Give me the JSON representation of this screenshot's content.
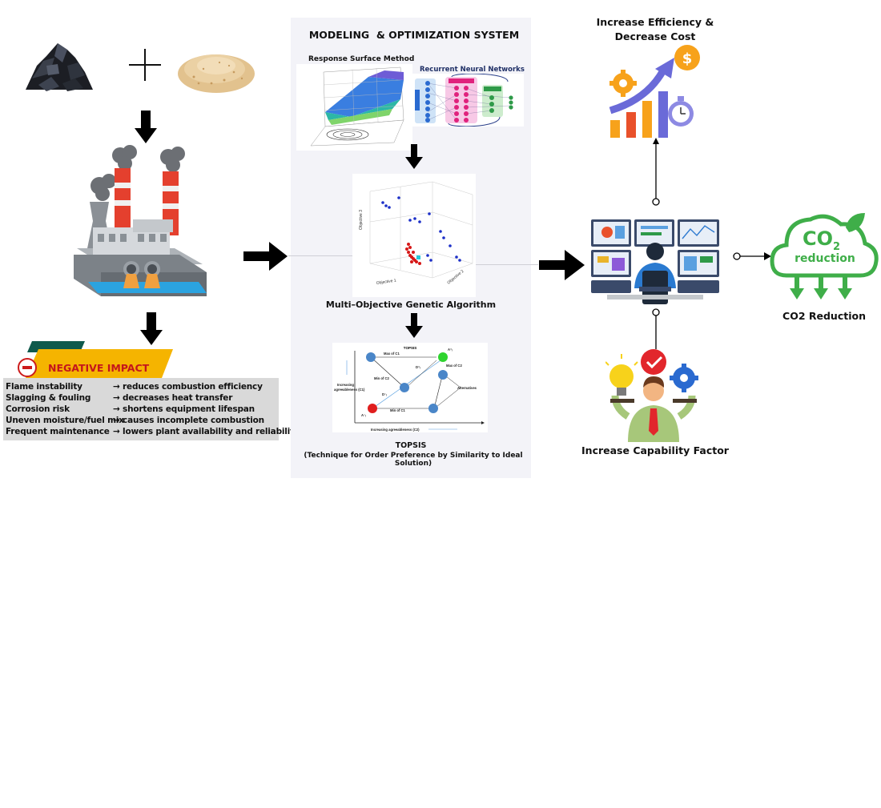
{
  "system": {
    "title": "MODELING  & OPTIMIZATION SYSTEM",
    "rsm_label": "Response Surface Method",
    "rnn_label": "Recurrent Neural Networks",
    "moga_label": "Multi–Objective Genetic Algorithm",
    "topsis_label": "TOPSIS",
    "topsis_full": "(Technique for Order Preference by Similarity to Ideal Solution)"
  },
  "topsis_chart": {
    "title": "TOPSIS",
    "x_axis": "Increasing agreeableness (C2)",
    "y_axis_line1": "Increasing",
    "y_axis_line2": "agreeableness (C1)",
    "max_c1": "Max of C1",
    "max_c2": "Max of C2",
    "min_c2": "Min of C2",
    "min_c1": "Min of C1",
    "alternatives": "Alternatives",
    "a_plus": "A⁺ᵢ",
    "a_minus": "A⁻ᵢ",
    "d_plus": "D⁺ᵢ",
    "d_minus": "D⁻ᵢ"
  },
  "negative_impact": {
    "title": "NEGATIVE IMPACT",
    "rows": [
      {
        "cause": "Flame instability",
        "effect": "→ reduces combustion efficiency"
      },
      {
        "cause": "Slagging & fouling",
        "effect": "→ decreases heat transfer"
      },
      {
        "cause": "Corrosion risk",
        "effect": "→ shortens equipment lifespan"
      },
      {
        "cause": "Uneven moisture/fuel mix",
        "effect": "→ causes incomplete combustion"
      },
      {
        "cause": "Frequent maintenance",
        "effect": "→ lowers plant availability and reliability"
      }
    ]
  },
  "outcomes": {
    "efficiency_line1": "Increase Efficiency &",
    "efficiency_line2": "Decrease Cost",
    "co2_badge_main": "CO",
    "co2_badge_sub": "2",
    "co2_badge_word": "reduction",
    "co2_label": "CO2 Reduction",
    "capability_label": "Increase Capability Factor"
  },
  "colors": {
    "panel_bg": "#f3f3f8",
    "negative_yellow": "#f5b400",
    "negative_red": "#cc1b1b",
    "negative_green": "#0f5a4c",
    "co2_green": "#3fae49",
    "arrow": "#000000"
  },
  "icons": {
    "coal": "coal-pile-icon",
    "plus": "plus-icon",
    "biomass": "biomass-pile-icon",
    "plant": "power-plant-icon",
    "efficiency": "growth-chart-icon",
    "operator": "control-room-operator-icon",
    "co2": "co2-cloud-icon",
    "capability": "idea-gear-person-icon"
  }
}
